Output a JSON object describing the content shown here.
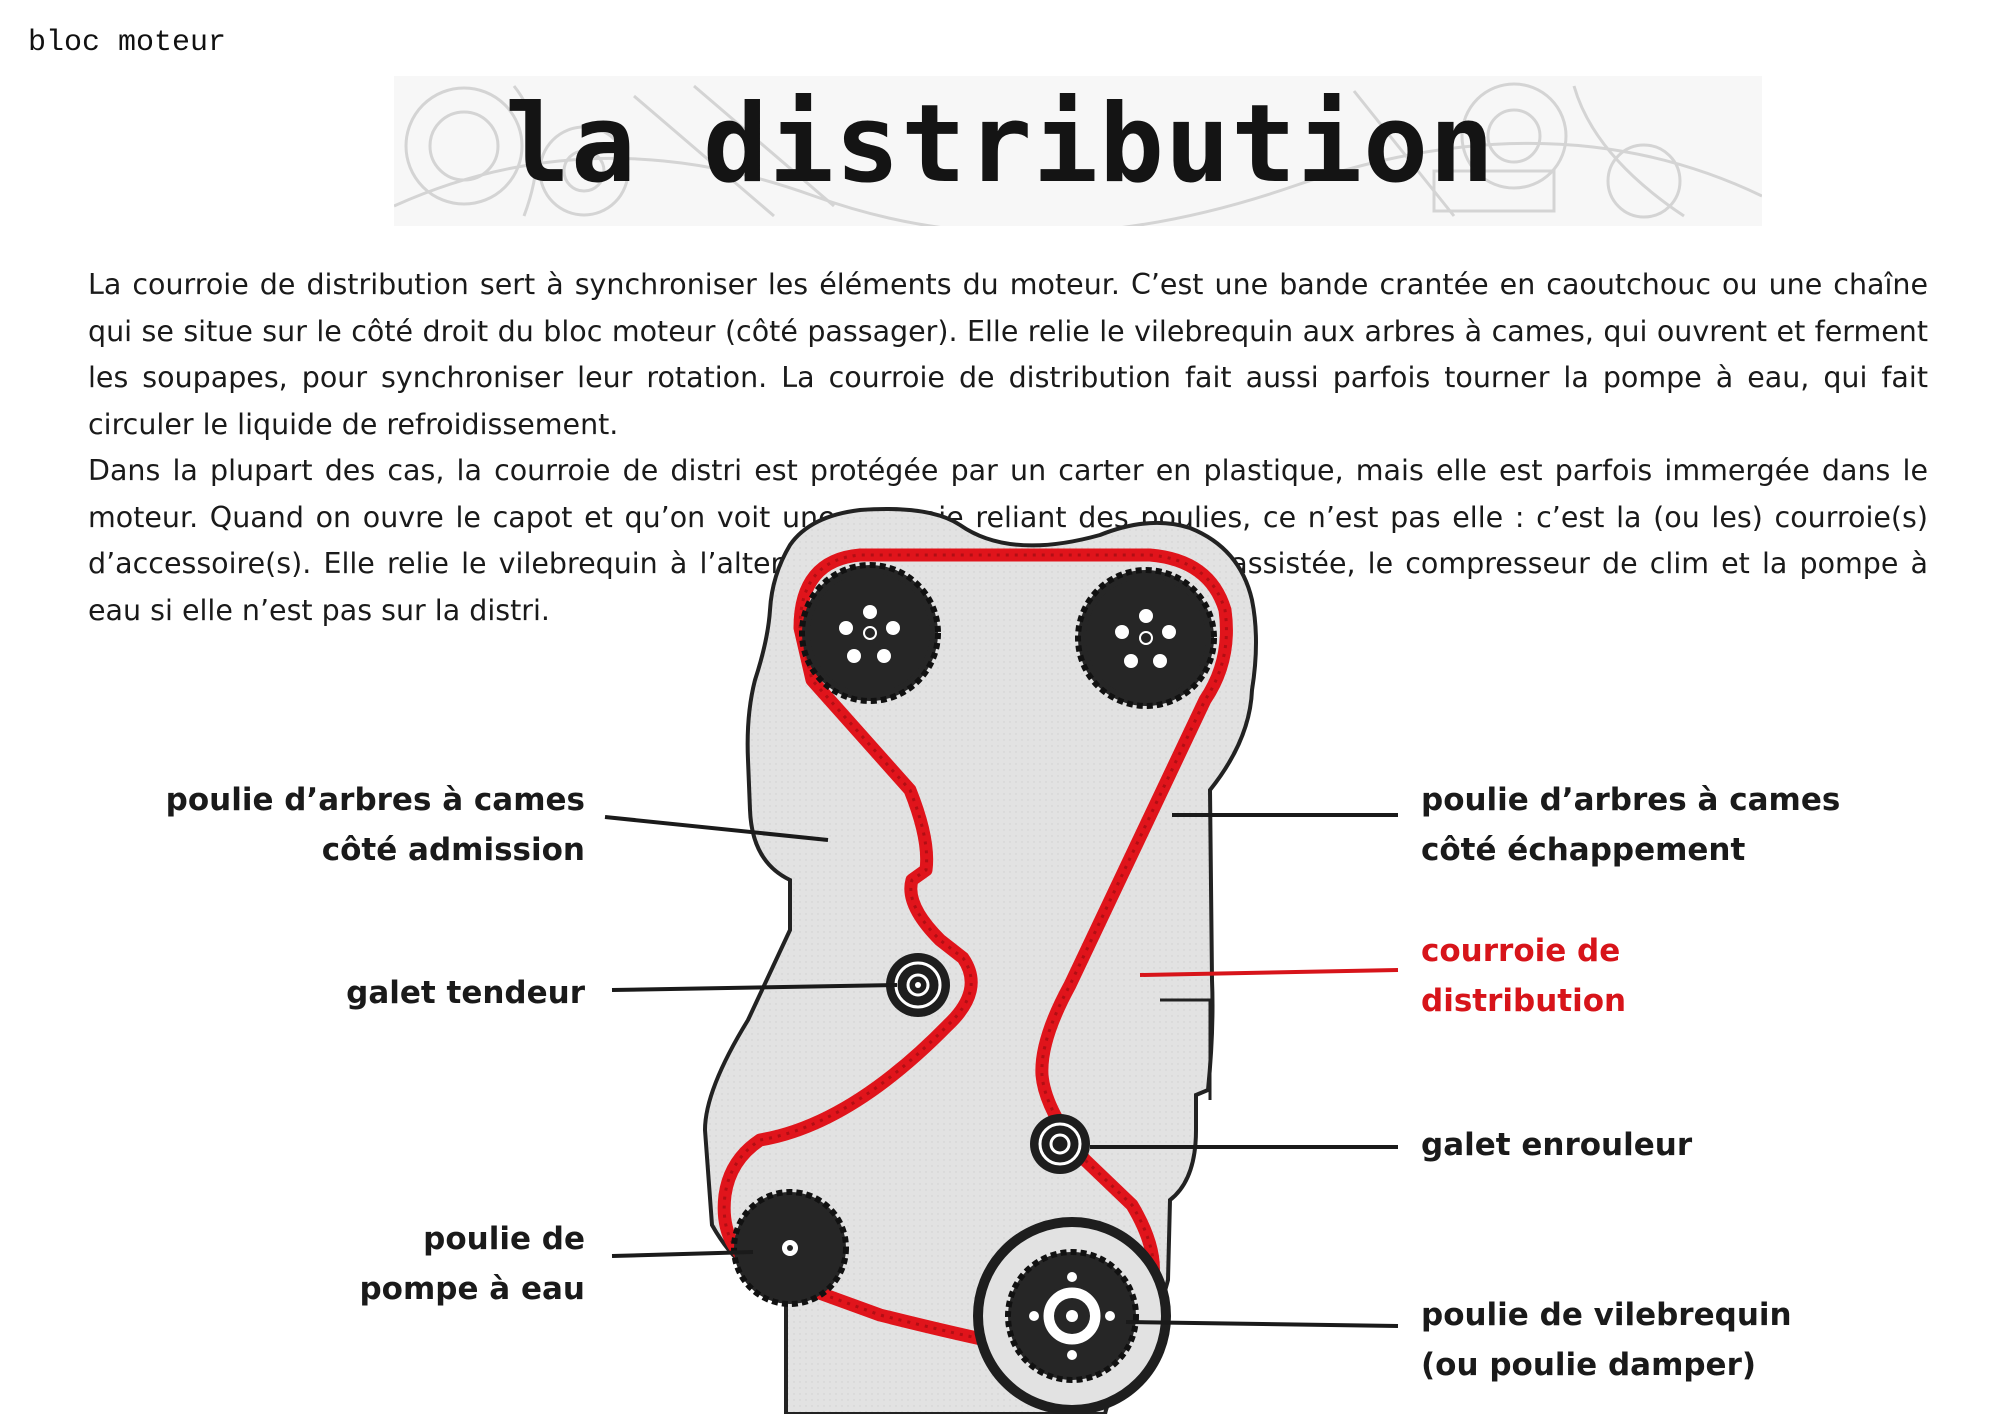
{
  "header": {
    "section_tag": "bloc moteur",
    "title": "la distribution"
  },
  "intro": {
    "p1": "La courroie de distribution sert à synchroniser les éléments du moteur. C’est une bande crantée en caoutchouc ou une chaîne qui se situe sur le côté droit du bloc moteur (côté passager). Elle relie le vilebrequin aux arbres à cames, qui ouvrent et ferment les soupapes, pour synchroniser leur rotation. La courroie de distribution fait aussi parfois tourner la pompe à eau, qui fait circuler le liquide de refroidissement.",
    "p2": "Dans la plupart des cas, la courroie de distri est protégée par un carter en plastique, mais elle est parfois immergée dans le moteur. Quand on ouvre le capot et qu’on voit une courroie reliant des poulies, ce n’est pas elle : c’est la (ou les) courroie(s) d’accessoire(s). Elle relie le vilebrequin à l’alternateur, la pompe de direction assistée, le compresseur de clim et la pompe à eau si elle n’est pas sur la distri."
  },
  "labels": {
    "cam_intake": {
      "line1": "poulie d’arbres à cames",
      "line2": "côté admission"
    },
    "cam_exhaust": {
      "line1": "poulie d’arbres à cames",
      "line2": "côté échappement"
    },
    "tensioner": {
      "line1": "galet tendeur"
    },
    "belt": {
      "line1": "courroie de",
      "line2": "distribution"
    },
    "idler": {
      "line1": "galet enrouleur"
    },
    "water_pump": {
      "line1": "poulie de",
      "line2": "pompe à eau"
    },
    "crankshaft": {
      "line1": "poulie de vilebrequin",
      "line2": "(ou poulie damper)"
    }
  },
  "colors": {
    "belt": "#e0141b",
    "housing": "#e2e2e2",
    "pulley": "#262626",
    "text": "#1a1a1a",
    "accent_text": "#d7141a"
  }
}
